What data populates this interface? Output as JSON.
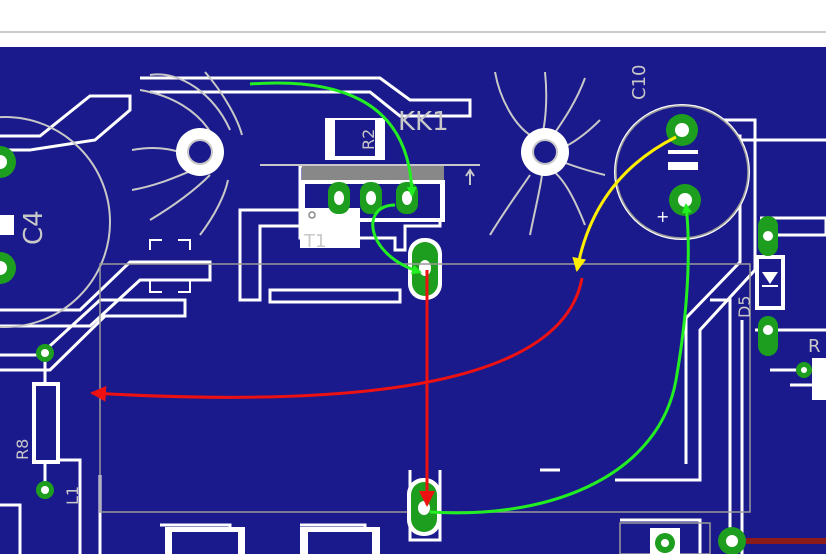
{
  "board": {
    "background": "#1a1a8c",
    "copper_outline": "#ffffff",
    "pad_color": "#1e9e1e",
    "silk_color": "#c8c8c8"
  },
  "labels": {
    "kk1": "KK1",
    "r2": "R2",
    "t1": "T1",
    "c10": "C10",
    "c4": "C4",
    "r8": "R8",
    "l1": "L1",
    "d5": "D5",
    "r_partial": "R",
    "plus_c10": "+"
  },
  "arrows": {
    "green_color": "#22ee22",
    "yellow_color": "#ffee00",
    "red_color": "#ee1111"
  }
}
